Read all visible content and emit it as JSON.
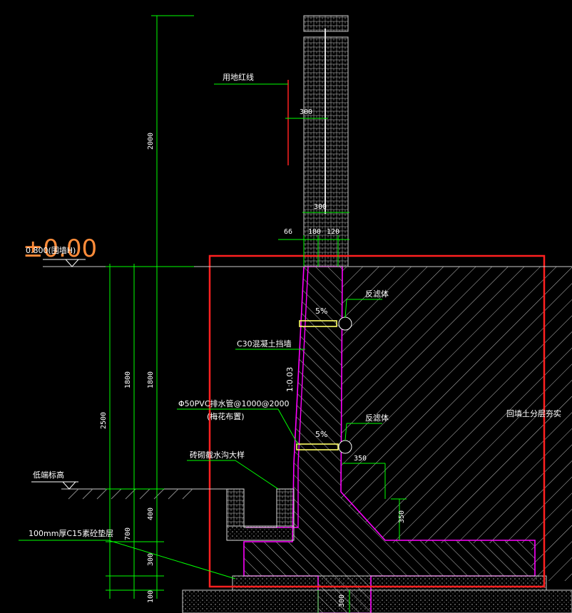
{
  "drawing": {
    "elevation_main": "±0.00",
    "elevation_sub": "0.800(围墙H)",
    "low_elevation": "低端标高",
    "land_red_line": "用地红线",
    "retaining_wall": "C30混凝土挡墙",
    "drain_pipe_line1": "Φ50PVC排水管@1000@2000",
    "drain_pipe_line2": "(梅花布置)",
    "ditch": "砖砌截水沟大样",
    "cushion": "100mm厚C15素砼垫层",
    "backfill": "回填土分层夯实",
    "filter1": "反滤体",
    "filter2": "反滤体",
    "slope1": "5%",
    "slope2": "5%",
    "batter": "1:0.03"
  },
  "dimensions": {
    "d2000": "2000",
    "d300_top": "300",
    "d300_mid": "300",
    "d66": "66",
    "d180": "180",
    "d120": "120",
    "d1800_a": "1800",
    "d1800_b": "1800",
    "d2500": "2500",
    "d400": "400",
    "d700": "700",
    "d300_low": "300",
    "d100": "100",
    "d350_h": "350",
    "d350_v": "350",
    "d300_bottom": "300"
  },
  "colors": {
    "background": "#000000",
    "dimension": "#00ff00",
    "wall_outline": "#ff00ff",
    "highlight_box": "#ff2020",
    "red_line": "#ff2020",
    "hatch": "#cfcfcf",
    "drain": "#ffff66",
    "elevation_text": "#ff8c3a"
  }
}
